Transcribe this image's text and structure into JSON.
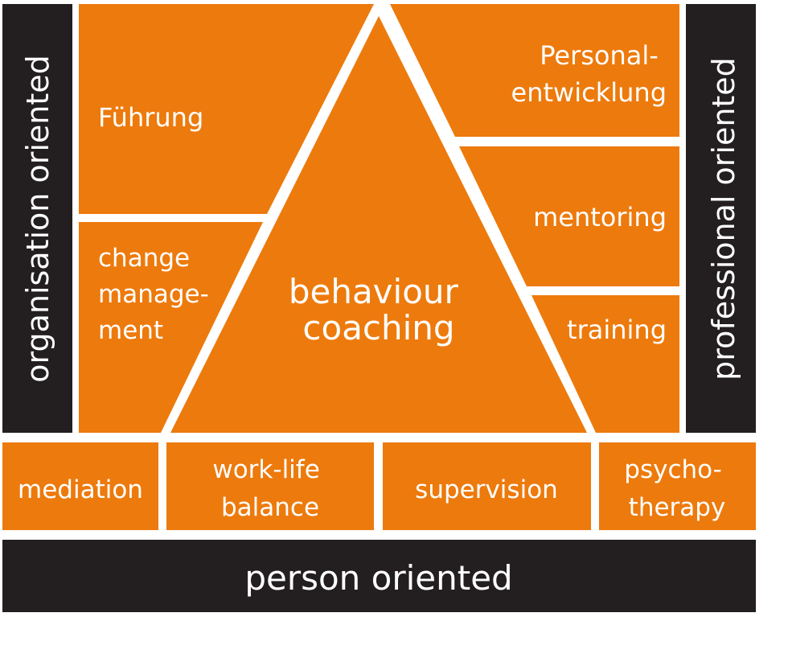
{
  "colors": {
    "orange": "#ED7A0C",
    "dark": "#231F20",
    "divider": "#FFFFFF",
    "text": "#FFFFFF"
  },
  "axes": {
    "left": "organisation oriented",
    "right": "professional oriented",
    "bottom": "person oriented"
  },
  "regions": {
    "fuehrung": "Führung",
    "change_management": [
      "change",
      "manage-",
      "ment"
    ],
    "personalentwicklung": [
      "Personal-",
      "entwicklung"
    ],
    "mentoring": "mentoring",
    "training": "training",
    "behaviour_coaching": [
      "behaviour",
      "coaching"
    ]
  },
  "bottom_boxes": {
    "mediation": "mediation",
    "work_life_balance": [
      "work-life",
      "balance"
    ],
    "supervision": "supervision",
    "psychotherapy": [
      "psycho-",
      "therapy"
    ]
  }
}
